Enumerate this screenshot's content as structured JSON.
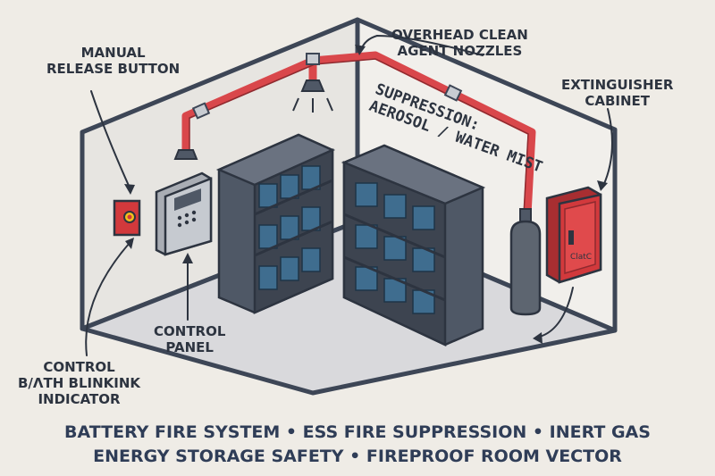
{
  "labels": {
    "manual_release": [
      "MANUAL",
      "RELEASE BUTTON"
    ],
    "overhead_nozzles": [
      "OVERHEAD CLEAN",
      "AGENT NOZZLES"
    ],
    "extinguisher_cabinet": [
      "EXTINGUISHER",
      "CABINET"
    ],
    "suppression": [
      "SUPPRESSION:",
      "AEROSOL / WATER MIST"
    ],
    "control_panel": [
      "CONTROL",
      "PANEL"
    ],
    "indicator": [
      "CONTROL",
      "B/ɅTH BLINKINK",
      "INDICATOR"
    ],
    "cabinet_badge": "ClatC"
  },
  "footer": {
    "line1": "BATTERY FIRE SYSTEM • ESS FIRE SUPPRESSION • INERT GAS",
    "line2": "ENERGY STORAGE SAFETY • FIREPROOF ROOM VECTOR"
  },
  "colors": {
    "background": "#efece6",
    "wall_outline": "#3d4656",
    "pipe": "#d9474b",
    "rack": "#555c67",
    "battery": "#3f6d8f",
    "cylinder": "#5d6570",
    "cabinet": "#d2393c",
    "text": "#2d3440",
    "footer_text": "#2f3d57"
  }
}
